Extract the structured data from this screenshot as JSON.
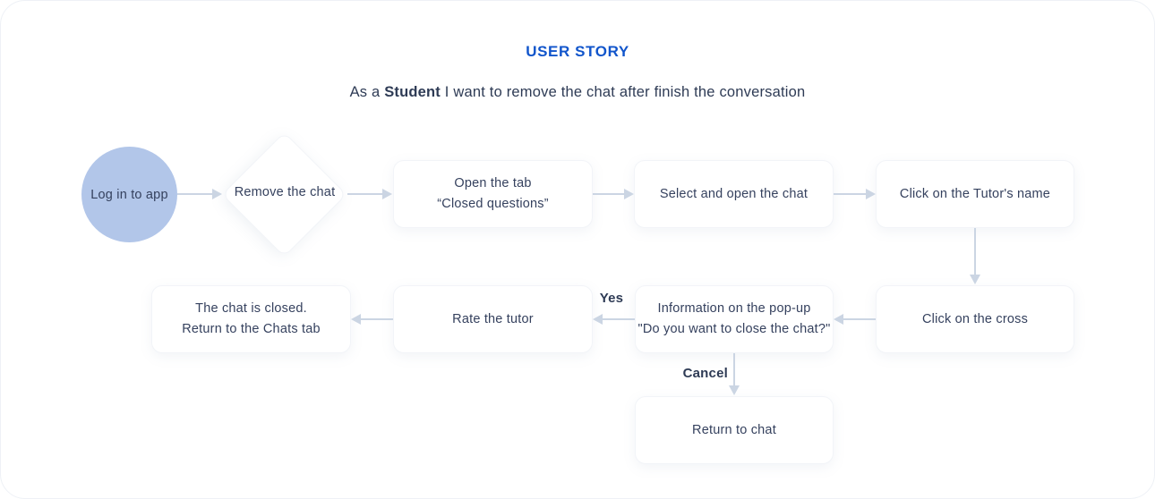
{
  "header": {
    "title": "USER STORY",
    "subtitle": {
      "part1": "As a ",
      "bold": "Student",
      "part2": " I want to remove the chat after finish the conversation"
    }
  },
  "nodes": {
    "login": {
      "label": "Log in to app",
      "shape": "circle"
    },
    "remove_chat": {
      "label": "Remove the chat",
      "shape": "diamond"
    },
    "open_tab": {
      "line1": "Open the tab",
      "line2": "“Closed questions”",
      "shape": "rect"
    },
    "select_chat": {
      "label": "Select and open the chat",
      "shape": "rect"
    },
    "tutor_name": {
      "label": "Click on the Tutor's name",
      "shape": "rect"
    },
    "click_cross": {
      "label": "Click on the cross",
      "shape": "rect"
    },
    "info_popup": {
      "line1": "Information on the pop-up",
      "line2": "\"Do you want to close the chat?\"",
      "shape": "rect"
    },
    "rate_tutor": {
      "label": "Rate the tutor",
      "shape": "rect"
    },
    "chat_closed": {
      "line1": "The chat is closed.",
      "line2": "Return to the Chats tab",
      "shape": "rect"
    },
    "return_chat": {
      "label": "Return to chat",
      "shape": "rect"
    }
  },
  "edge_labels": {
    "yes": "Yes",
    "cancel": "Cancel"
  },
  "colors": {
    "accent": "#1155CB",
    "node_text": "#35415E",
    "circle_fill": "#B2C6E9",
    "arrow": "#CBD5E3"
  }
}
